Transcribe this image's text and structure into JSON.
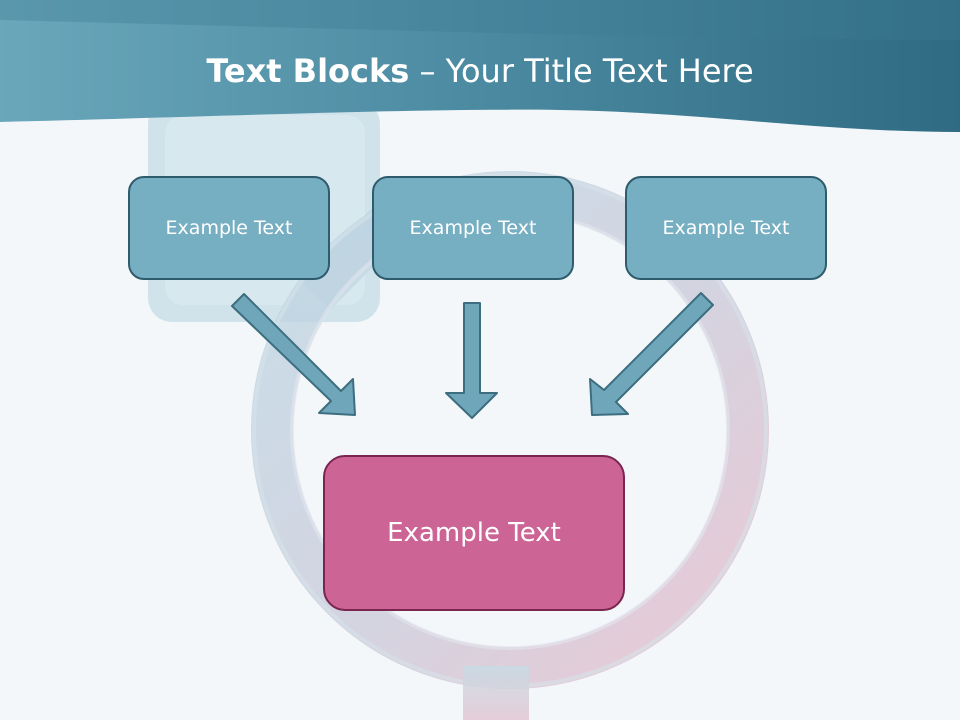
{
  "slide": {
    "title_bold": "Text Blocks",
    "title_rest": " – Your Title Text Here"
  },
  "diagram": {
    "input_boxes": [
      {
        "label": "Example Text"
      },
      {
        "label": "Example Text"
      },
      {
        "label": "Example Text"
      }
    ],
    "result_box": {
      "label": "Example Text"
    }
  },
  "colors": {
    "header": "#4a8aa0",
    "input_box_fill": "#76aec2",
    "input_box_border": "#2f5c6c",
    "result_box_fill": "#cc6596",
    "result_box_border": "#7a2550",
    "arrow_fill": "#6fa6ba",
    "arrow_border": "#3d6e80"
  }
}
